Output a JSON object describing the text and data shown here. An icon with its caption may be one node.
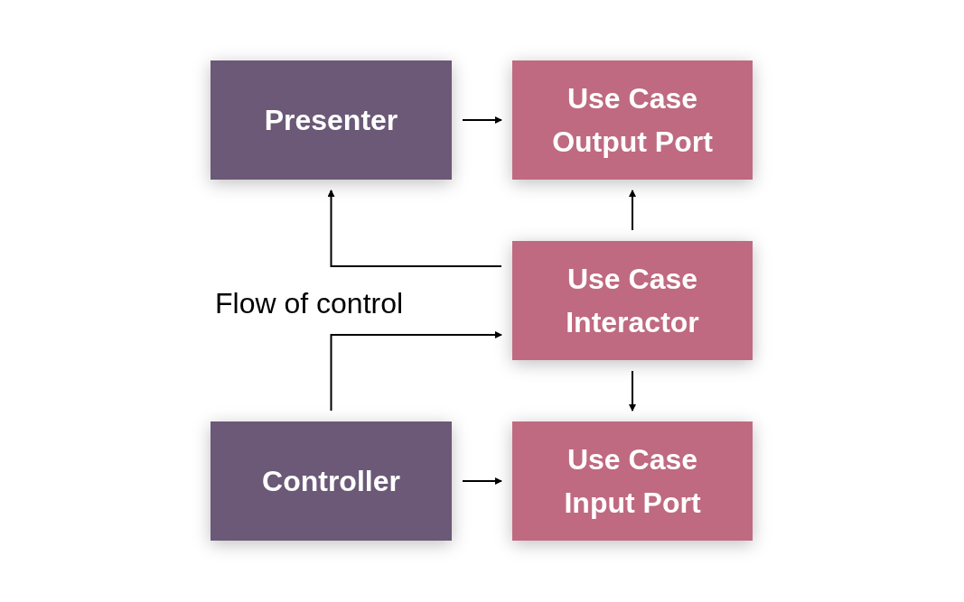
{
  "diagram": {
    "nodes": [
      {
        "text": [
          "Presenter"
        ]
      },
      {
        "text": [
          "Use Case Output Port"
        ]
      },
      {
        "text": [
          "Use Case Interactor"
        ]
      },
      {
        "text": [
          "Controller"
        ]
      },
      {
        "text": [
          "Use Case Input Port"
        ]
      }
    ],
    "edges": [
      {
        "from": 0,
        "to": 1,
        "arrow": "to"
      },
      {
        "from": 2,
        "to": 1,
        "arrow": "to"
      },
      {
        "from": 2,
        "to": 0,
        "arrow": "to"
      },
      {
        "from": 3,
        "to": 2,
        "arrow": "to"
      },
      {
        "from": 2,
        "to": 4,
        "arrow": "to"
      },
      {
        "from": 3,
        "to": 4,
        "arrow": "to"
      }
    ],
    "labels": [
      "Flow of control"
    ]
  }
}
